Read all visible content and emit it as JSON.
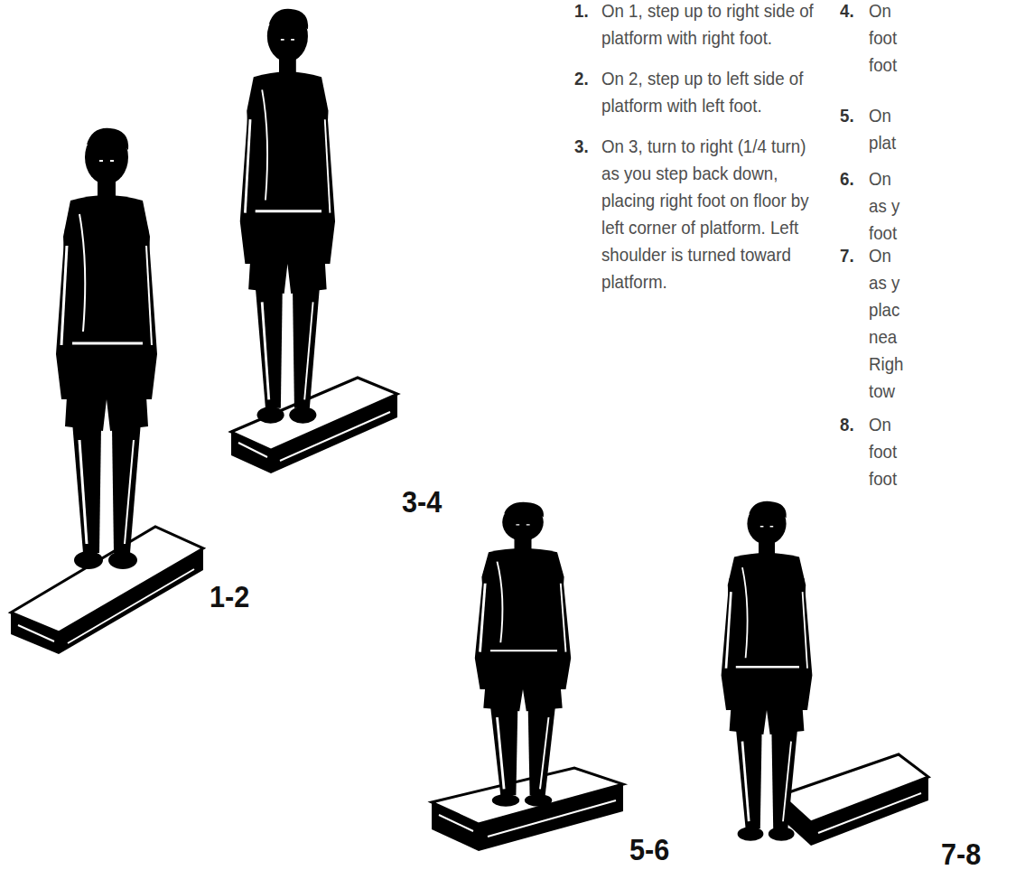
{
  "diagram": {
    "labels": [
      "1.",
      "On 1, step up to right side of platform with right foot.",
      "2.",
      "On 2, step up to left side of platform with left foot.",
      "3.",
      "On 3, turn to right (1/4 turn) as you step back down, placing right foot on floor by left corner of platform. Left shoulder is turned toward platform.",
      "4.",
      "On",
      "foot",
      "foot",
      "5.",
      "On",
      "plat",
      "6.",
      "On",
      "as y",
      "foot",
      "7.",
      "On",
      "as y",
      "plac",
      "nea",
      "Righ",
      "tow",
      "8.",
      "On",
      "foot",
      "foot",
      "1-2",
      "3-4",
      "5-6",
      "7-8"
    ]
  }
}
